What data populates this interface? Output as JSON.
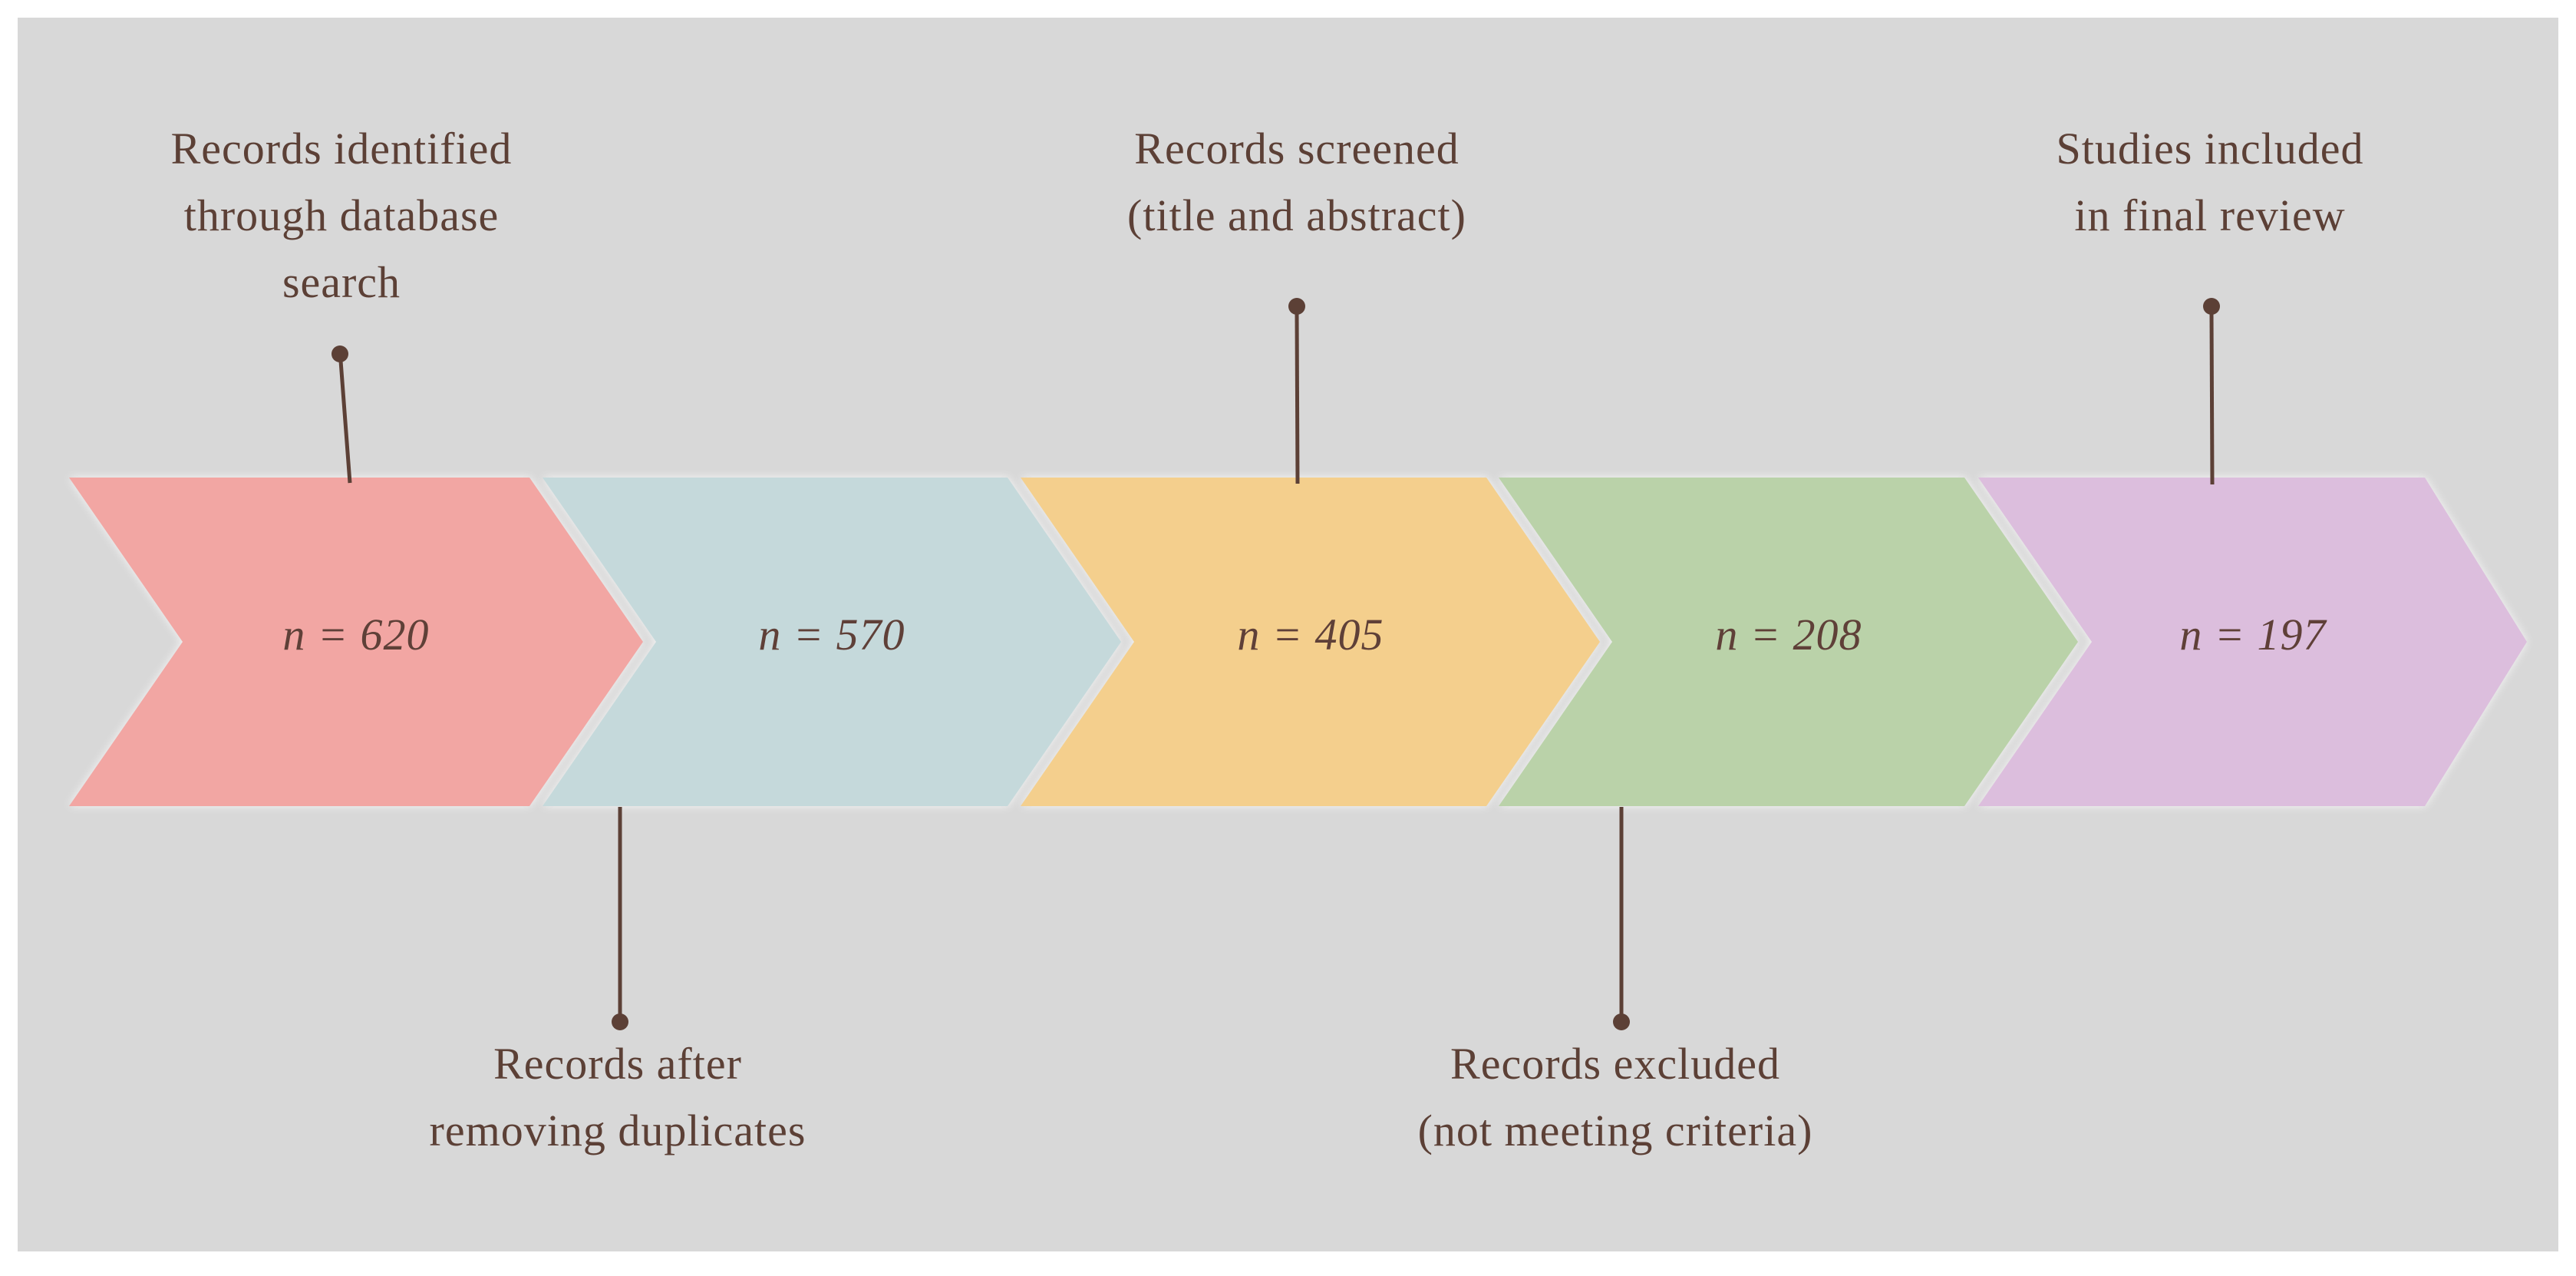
{
  "theme": {
    "page_bg": "#ffffff",
    "canvas_bg": "#d8d8d8",
    "text_color": "#5c4036",
    "connector_color": "#5c4036"
  },
  "stages": [
    {
      "id": "identified",
      "color": "#f2a6a3",
      "count": 620,
      "value_label": "n = 620",
      "label": "Records identified\nthrough database\nsearch",
      "label_position": "above"
    },
    {
      "id": "deduplicated",
      "color": "#c5d9db",
      "count": 570,
      "value_label": "n = 570",
      "label": "Records after\nremoving duplicates",
      "label_position": "below"
    },
    {
      "id": "screened",
      "color": "#f4cf8d",
      "count": 405,
      "value_label": "n = 405",
      "label": "Records screened\n(title and abstract)",
      "label_position": "above"
    },
    {
      "id": "excluded",
      "color": "#bad2a9",
      "count": 208,
      "value_label": "n = 208",
      "label": "Records excluded\n(not meeting criteria)",
      "label_position": "below"
    },
    {
      "id": "included",
      "color": "#dcbedd",
      "count": 197,
      "value_label": "n = 197",
      "label": "Studies included\nin final review",
      "label_position": "above"
    }
  ]
}
